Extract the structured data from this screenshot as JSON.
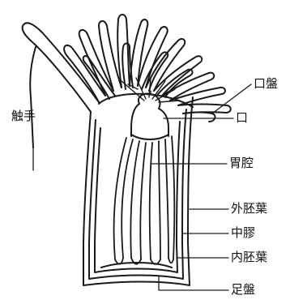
{
  "diagram": {
    "subject": "sea anemone longitudinal section",
    "colors": {
      "stroke": "#1a1a1a",
      "background": "#ffffff"
    },
    "labels": {
      "tentacle": "触手",
      "oral_disc": "口盤",
      "mouth": "口",
      "gastric_cavity": "胃腔",
      "ectoderm": "外胚葉",
      "mesoglea": "中膠",
      "endoderm": "内胚葉",
      "pedal_disc": "足盤"
    }
  }
}
